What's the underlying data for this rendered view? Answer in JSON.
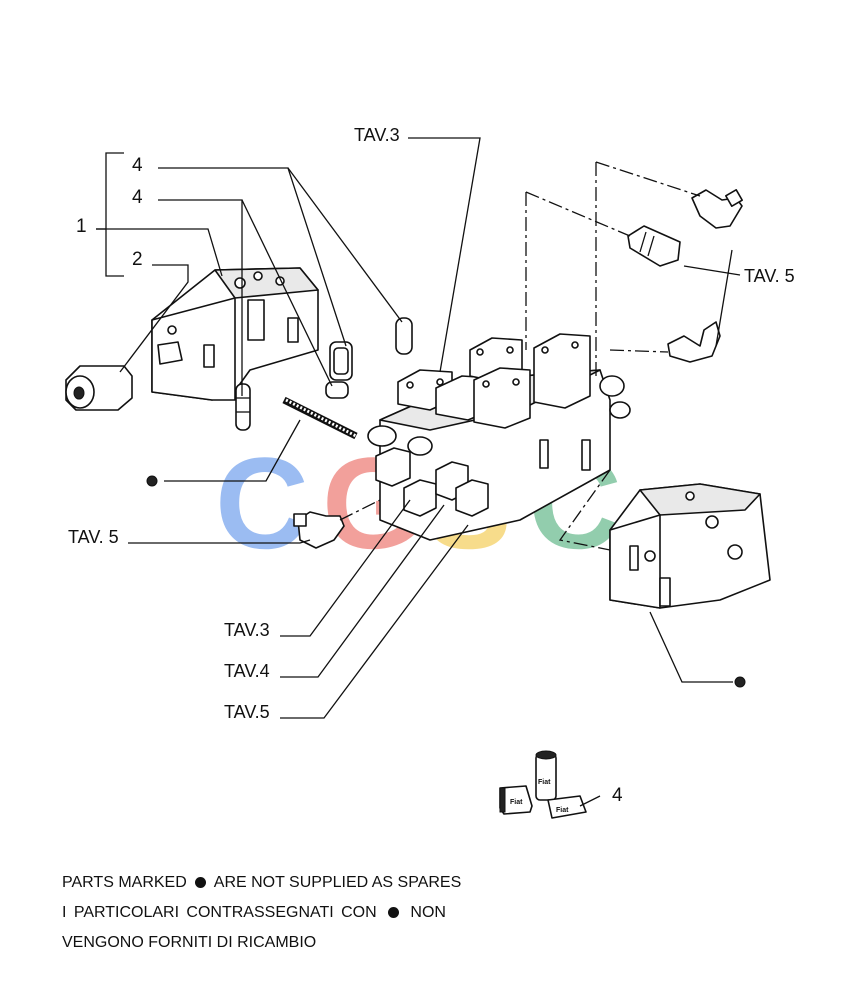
{
  "callouts": {
    "num_4a": "4",
    "num_4b": "4",
    "num_1": "1",
    "num_2": "2",
    "tav3_top": "TAV.3",
    "tav5_right": "TAV. 5",
    "tav5_left": "TAV. 5",
    "tav3_bottom": "TAV.3",
    "tav4_bottom": "TAV.4",
    "tav5_bottom": "TAV.5",
    "kit_4": "4"
  },
  "watermark": {
    "letters": [
      "C",
      "G",
      "S",
      "C"
    ],
    "colors": [
      "#4a86e8",
      "#e8534a",
      "#f2c12e",
      "#3aa66b"
    ]
  },
  "kit_brand": "Fiat",
  "notes": {
    "line1_before": "PARTS MARKED",
    "line1_after": "ARE NOT SUPPLIED AS SPARES",
    "line2_words": [
      "I",
      "PARTICOLARI",
      "CONTRASSEGNATI",
      "CON",
      "NON"
    ],
    "line3": "VENGONO FORNITI DI RICAMBIO"
  }
}
